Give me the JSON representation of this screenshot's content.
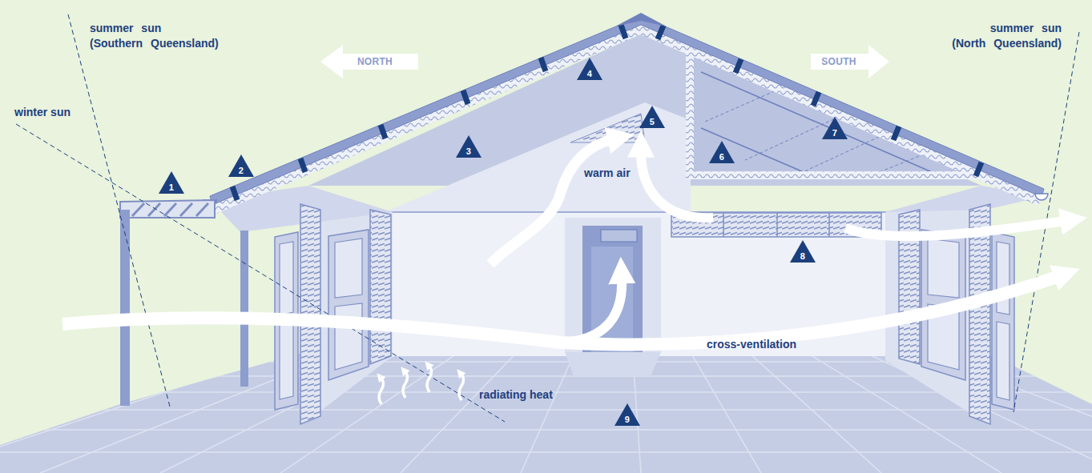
{
  "diagram": {
    "nodes": [
      {
        "text": [
          "NORTH"
        ]
      },
      {
        "text": [
          "SOUTH"
        ]
      },
      {
        "text": [
          "1"
        ]
      },
      {
        "text": [
          "2"
        ]
      },
      {
        "text": [
          "3"
        ]
      },
      {
        "text": [
          "4"
        ]
      },
      {
        "text": [
          "5"
        ]
      },
      {
        "text": [
          "6"
        ]
      },
      {
        "text": [
          "7"
        ]
      },
      {
        "text": [
          "8"
        ]
      },
      {
        "text": [
          "9"
        ]
      }
    ],
    "labels": [
      "summer sun (Southern Queensland)",
      "winter sun",
      "summer sun (North Queensland)",
      "warm air",
      "cross-ventilation",
      "radiating heat"
    ]
  }
}
